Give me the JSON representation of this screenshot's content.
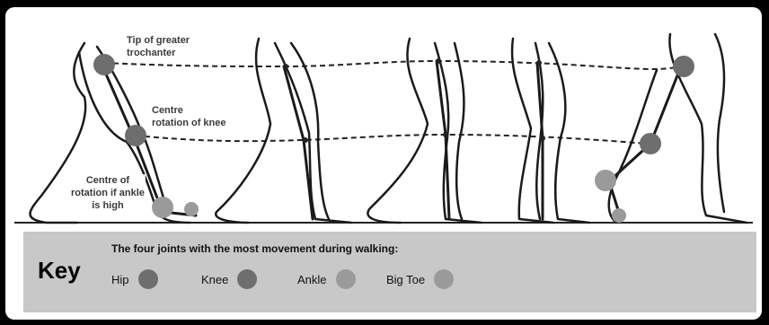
{
  "labels": {
    "trochanter": [
      "Tip of greater",
      "trochanter"
    ],
    "knee": [
      "Centre",
      "rotation of knee"
    ],
    "ankle": [
      "Centre of",
      "rotation if ankle",
      "is high"
    ]
  },
  "key": {
    "title": "Key",
    "heading": "The four joints with the most movement during walking:",
    "items": [
      {
        "label": "Hip",
        "color": "#6e6e6e"
      },
      {
        "label": "Knee",
        "color": "#6e6e6e"
      },
      {
        "label": "Ankle",
        "color": "#9a9a9a"
      },
      {
        "label": "Big Toe",
        "color": "#9a9a9a"
      }
    ]
  },
  "colors": {
    "hip_joint": "#6e6e6e",
    "knee_joint": "#6e6e6e",
    "ankle_joint": "#9a9a9a",
    "toe_joint": "#9a9a9a",
    "key_background": "#c8c8c8"
  }
}
